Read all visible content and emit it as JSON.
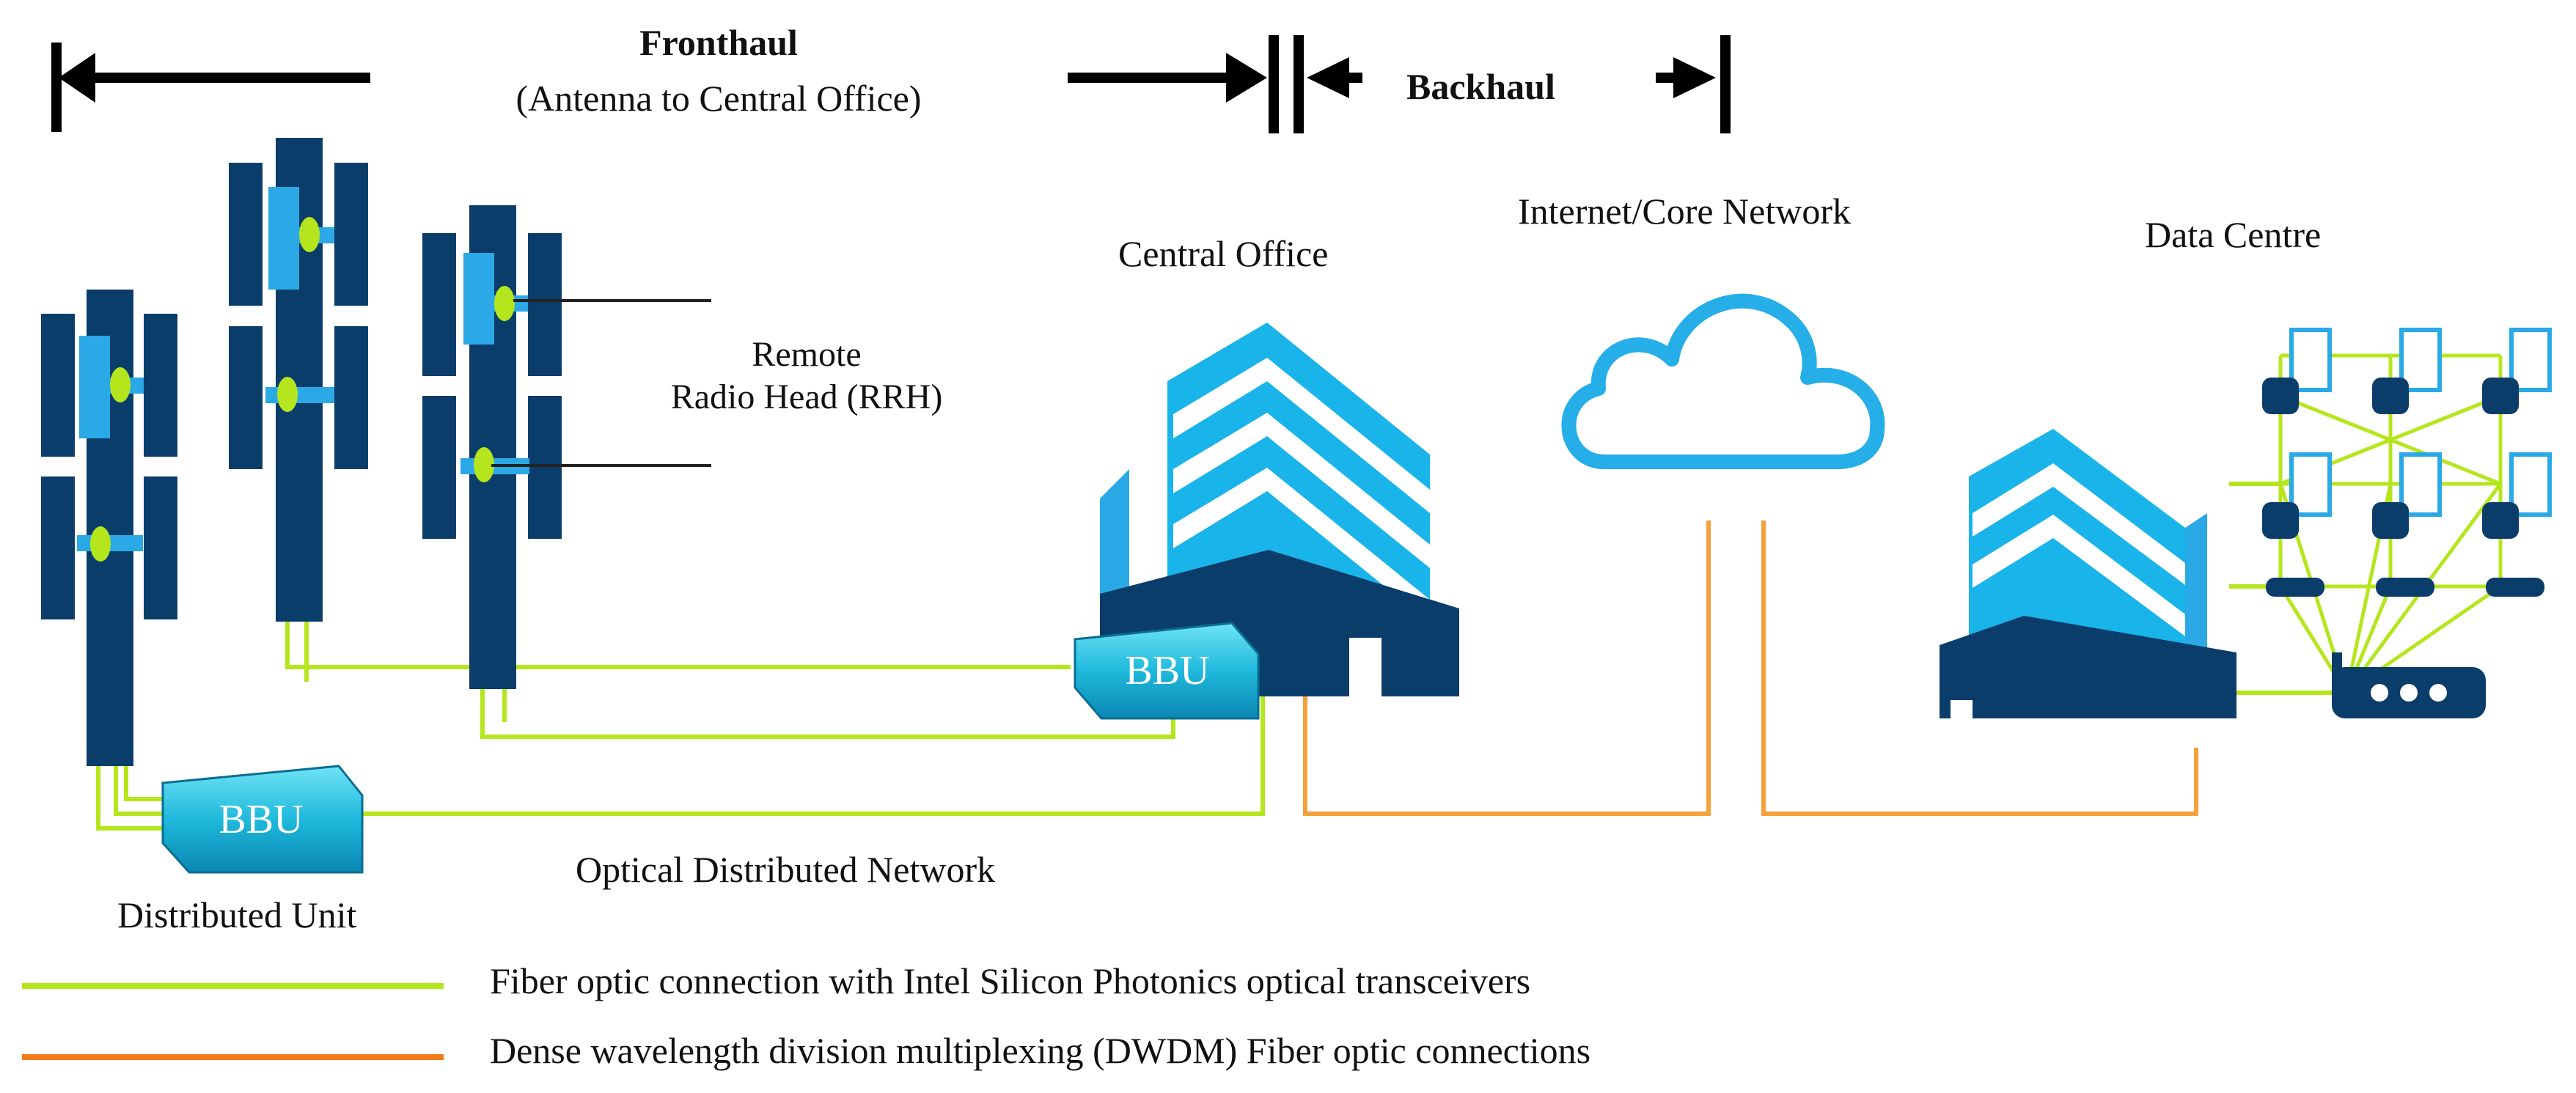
{
  "header": {
    "fronthaul_title": "Fronthaul",
    "fronthaul_subtitle": "(Antenna to Central Office)",
    "backhaul_title": "Backhaul"
  },
  "labels": {
    "rrh": "Remote\nRadio Head (RRH)",
    "central_office": "Central Office",
    "internet_core": "Internet/Core Network",
    "data_centre": "Data Centre",
    "bbu_central": "BBU",
    "bbu_distributed": "BBU",
    "distributed_unit": "Distributed Unit",
    "optical_distributed_network": "Optical Distributed Network"
  },
  "legend": [
    {
      "label": "Fiber optic connection with Intel Silicon Photonics optical transceivers",
      "color": "#b5e61d"
    },
    {
      "label": "Dense wavelength division multiplexing (DWDM) Fiber optic connections",
      "color": "#f4a13c"
    }
  ],
  "colors": {
    "navy": "#0b3d6b",
    "blue": "#2aa9e6",
    "cyan": "#19b4ea",
    "green_fiber": "#b5e61d",
    "orange_dwdm": "#f4a13c"
  }
}
